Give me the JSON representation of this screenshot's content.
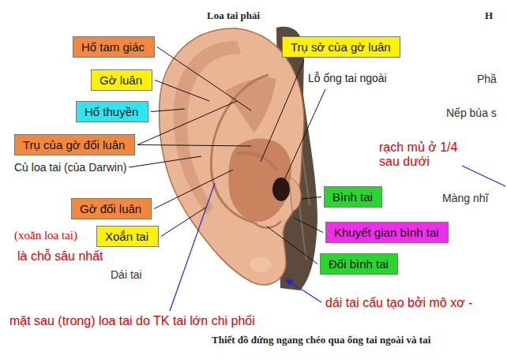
{
  "diagram": {
    "title": "Loa tai phải",
    "caption": "Thiết đồ đứng ngang chéo qua ống tai ngoài và tai",
    "nodes": [
      {
        "text": [
          "Hố tam giác"
        ]
      },
      {
        "text": [
          "Trụ sở của gờ luân"
        ]
      },
      {
        "text": [
          "Gờ luân"
        ]
      },
      {
        "text": [
          "Hố thuyền"
        ]
      },
      {
        "text": [
          "Trụ của gờ đối luân"
        ]
      },
      {
        "text": [
          "Bình tai"
        ]
      },
      {
        "text": [
          "Gờ đối luân"
        ]
      },
      {
        "text": [
          "Khuyết gian bình tai"
        ]
      },
      {
        "text": [
          "Xoắn tai"
        ]
      },
      {
        "text": [
          "Đối bình tai"
        ]
      }
    ],
    "labels": [
      "H",
      "Phầ",
      "Nếp búa s",
      "rạch mủ ở 1/4 sau dưới",
      "Màng nhĩ",
      "Củ loa tai (của Darwin)",
      "Lỗ ống tai ngoài",
      "(xoăn loa tai)",
      "là chỗ sâu nhất",
      "Dái tai",
      "dái tai cấu tạo bởi mô xơ -",
      "mặt sau (trong) loa tai do TK tai lớn chi phối"
    ]
  }
}
